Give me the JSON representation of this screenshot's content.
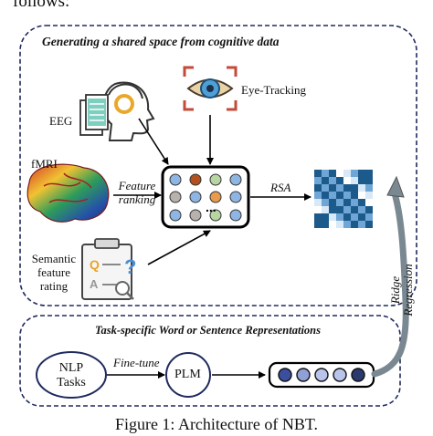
{
  "intro_text": "follows:",
  "box_cognitive": {
    "title": "Generating a shared space from cognitive data",
    "eeg_label": "EEG",
    "eye_tracking_label": "Eye-Tracking",
    "fmri_label": "fMRI",
    "feature_ranking_label": "Feature ranking",
    "semantic_label": "Semantic feature rating",
    "rsa_label": "RSA"
  },
  "box_task": {
    "title": "Task-specific Word or Sentence Representations",
    "nlp_label": "NLP Tasks",
    "finetune_label": "Fine-tune",
    "plm_label": "PLM"
  },
  "ridge_label": "Ridge Regression",
  "caption": "Figure 1: Architecture of NBT.",
  "colors": {
    "dashed_border": "#1f2a5e",
    "matrix_dark": "#1d5a8c",
    "matrix_mid": "#6fa6d6",
    "matrix_light": "#d8e8f6",
    "grid_orange": "#e89a4d",
    "grid_brown": "#b2511f",
    "grid_blue": "#8fb6e3",
    "grid_green": "#b8d6a2",
    "grid_gray": "#b8b2ad",
    "vector_fill": "#3b4f9e"
  },
  "icons": [
    "eeg-head-icon",
    "eye-tracking-icon",
    "fmri-brain-icon",
    "clipboard-icon"
  ]
}
